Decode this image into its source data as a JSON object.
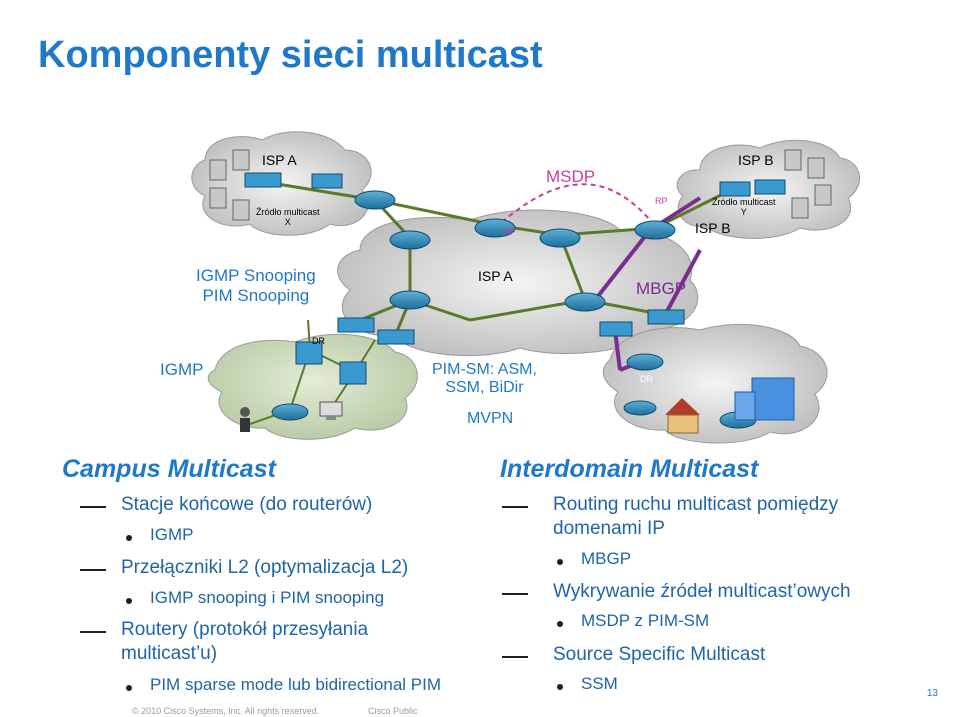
{
  "title": "Komponenty sieci multicast",
  "diagram": {
    "isp_a_top": "ISP A",
    "isp_a_mid": "ISP A",
    "isp_b_top": "ISP B",
    "isp_b_bottom": "ISP B",
    "source_x_line1": "Źródło multicast",
    "source_x_line2": "X",
    "source_y_line1": "Źródło multicast",
    "source_y_line2": "Y",
    "msdp": "MSDP",
    "mbgp": "MBGP",
    "rp_left": "RP",
    "rp_right": "RP",
    "dr_top": "DR",
    "dr_campus": "DR",
    "dr_right": "DR",
    "igmp_snooping": "IGMP Snooping",
    "pim_snooping": "PIM Snooping",
    "igmp": "IGMP",
    "pim_sm": "PIM-SM: ASM,",
    "pim_modes": "SSM, BiDir",
    "mvpn": "MVPN",
    "colors": {
      "blue_label": "#1f78c8",
      "purple": "#7a2d8f",
      "green": "#5a7a2a"
    }
  },
  "campus": {
    "heading": "Campus Multicast",
    "items": [
      {
        "text": "Stacje końcowe (do routerów)",
        "sub": [
          "IGMP"
        ]
      },
      {
        "text": "Przełączniki L2 (optymalizacja L2)",
        "sub": [
          "IGMP snooping i PIM snooping"
        ]
      },
      {
        "text": "Routery (protokół przesyłania",
        "text2": "multicast’u)",
        "sub": [
          "PIM sparse mode lub bidirectional PIM"
        ]
      }
    ]
  },
  "interdomain": {
    "heading": "Interdomain Multicast",
    "items": [
      {
        "text": "Routing ruchu multicast pomiędzy",
        "text2": "domenami IP",
        "sub": [
          "MBGP"
        ]
      },
      {
        "text": "Wykrywanie źródeł multicast’owych",
        "sub": [
          "MSDP z PIM-SM"
        ]
      },
      {
        "text": "Source Specific Multicast",
        "sub": [
          "SSM"
        ]
      }
    ]
  },
  "footer": {
    "copyright": "© 2010 Cisco Systems, Inc. All rights reserved.",
    "classification": "Cisco Public",
    "page": "13"
  }
}
